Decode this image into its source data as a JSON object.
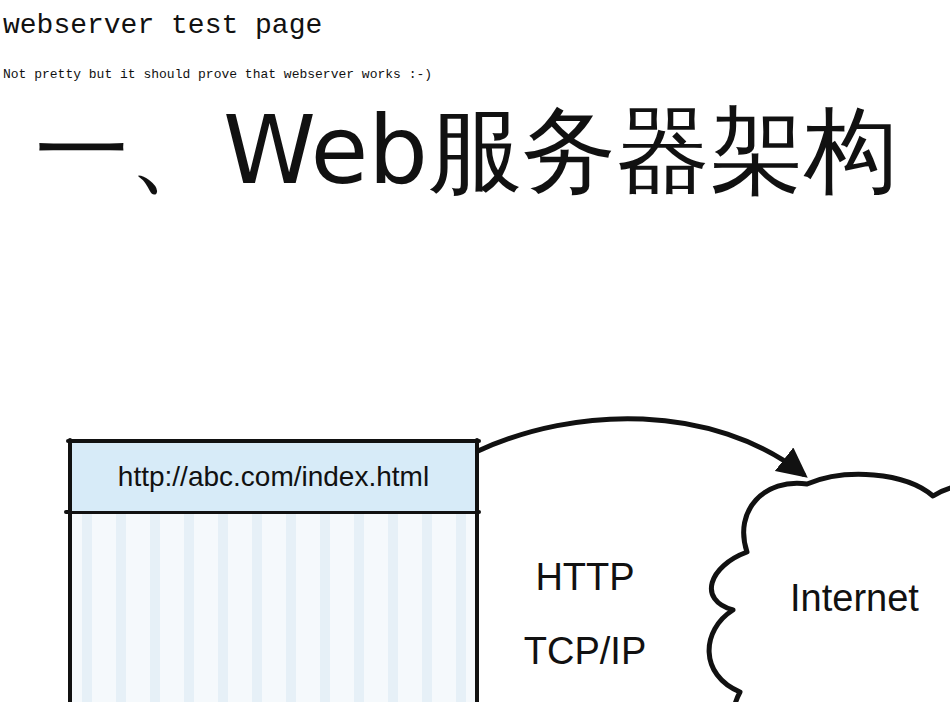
{
  "diagram": {
    "title": "webserver test page",
    "nodes": [
      {
        "text": [
          "http://abc.com/index.html"
        ]
      },
      {
        "text": [
          "Internet"
        ]
      }
    ],
    "edges": [
      {
        "from": 0,
        "to": 1,
        "arrow": "to",
        "label": "HTTP TCP/IP"
      }
    ],
    "labels": [
      "Not pretty but it should prove that webserver works :-)",
      "一、Web服务器架构"
    ]
  }
}
